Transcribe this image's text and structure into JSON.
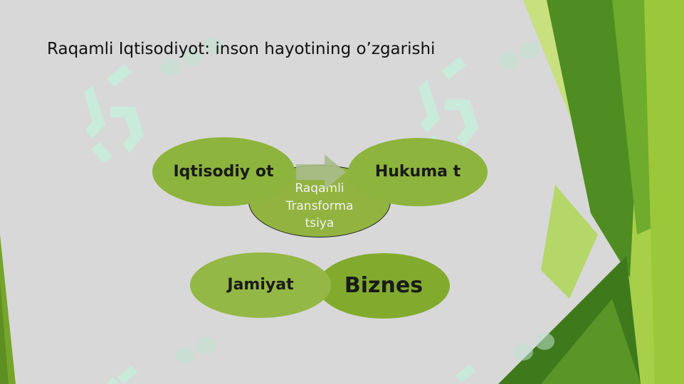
{
  "slide": {
    "title": "Raqamli Iqtisodiyot: inson hayotining o’zgarishi"
  },
  "diagram": {
    "center": {
      "label": "Raqamli Transforma tsiya"
    },
    "nodes": [
      {
        "id": "iqtisodiyot",
        "label": "Iqtisodiy ot"
      },
      {
        "id": "hukumat",
        "label": "Hukuma t"
      },
      {
        "id": "jamiyat",
        "label": "Jamiyat"
      },
      {
        "id": "biznes",
        "label": "Biznes"
      }
    ]
  },
  "colors": {
    "background": "#d8d8d8",
    "bubble_green": "#8db43c",
    "dark_green": "#3d7a1f",
    "light_green": "#9cc63b",
    "watermark": "#c7f0dd"
  }
}
